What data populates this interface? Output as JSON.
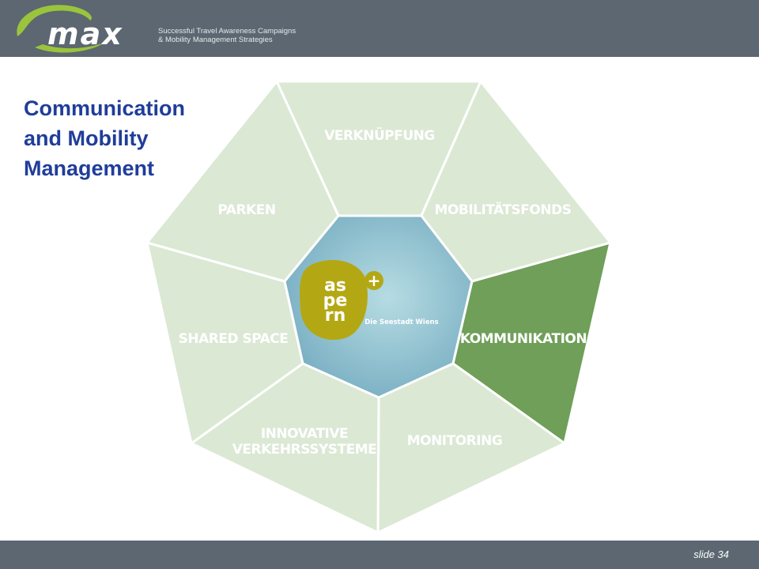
{
  "header": {
    "logo_text": "max",
    "tagline_line1": "Successful Travel Awareness Campaigns",
    "tagline_line2": "& Mobility Management Strategies"
  },
  "title": {
    "line1": "Communication",
    "line2": "and Mobility",
    "line3": "Management"
  },
  "diagram": {
    "segments": [
      {
        "id": "verknuepfung",
        "lines": [
          "VERKNÜPFUNG"
        ],
        "highlighted": false
      },
      {
        "id": "mobilitaetsfonds",
        "lines": [
          "MOBILITÄTSFONDS"
        ],
        "highlighted": false
      },
      {
        "id": "kommunikation",
        "lines": [
          "KOMMUNIKATION"
        ],
        "highlighted": true
      },
      {
        "id": "monitoring",
        "lines": [
          "MONITORING"
        ],
        "highlighted": false
      },
      {
        "id": "innovative-verkehrssysteme",
        "lines": [
          "INNOVATIVE",
          "VERKEHRSSYSTEME"
        ],
        "highlighted": false
      },
      {
        "id": "shared-space",
        "lines": [
          "SHARED SPACE"
        ],
        "highlighted": false
      },
      {
        "id": "parken",
        "lines": [
          "PARKEN"
        ],
        "highlighted": false
      }
    ],
    "center": {
      "logo_line1": "as",
      "logo_line2": "pe",
      "logo_line3": "rn",
      "plus_symbol": "+",
      "subtitle": "Die Seestadt Wiens"
    },
    "colors": {
      "segment_light": "#dbe8d4",
      "segment_highlight": "#6f9f58",
      "segment_text": "#ffffff",
      "center_outer": "#78aec2",
      "center_inner": "#b6dce3",
      "logo_yellow": "#b3a814"
    }
  },
  "footer": {
    "slide_label": "slide 34"
  }
}
